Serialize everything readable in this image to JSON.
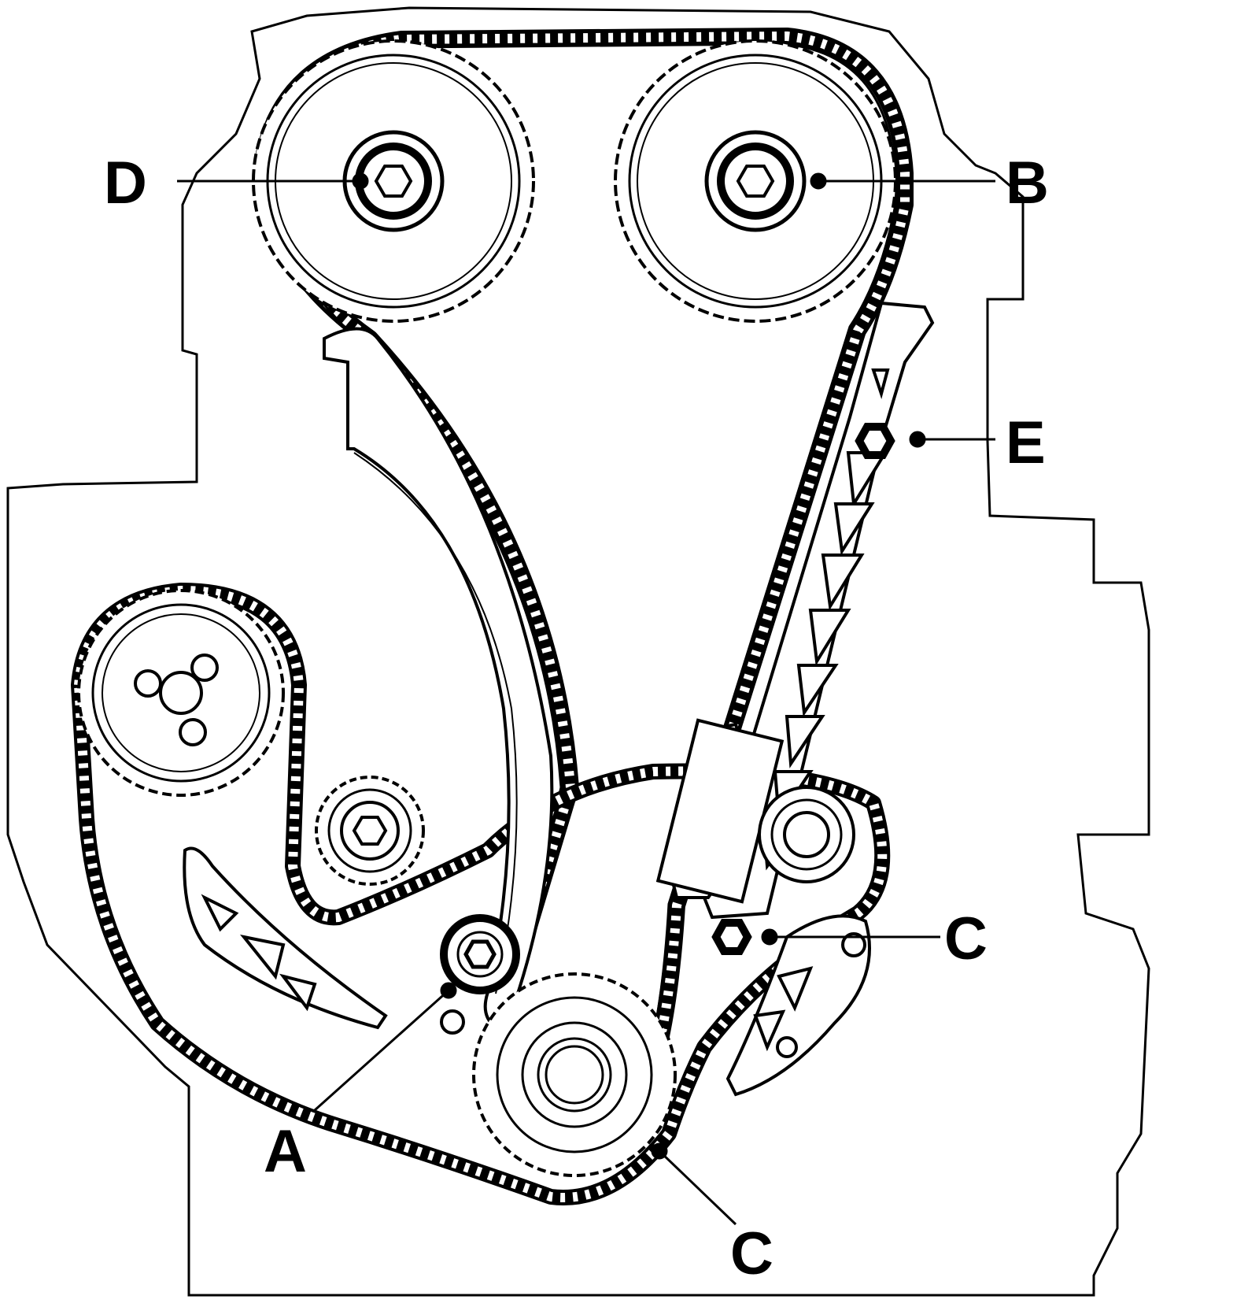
{
  "diagram": {
    "colors": {
      "ink": "#000000",
      "paper": "#ffffff"
    },
    "callouts": [
      {
        "id": "D",
        "text": "D"
      },
      {
        "id": "B",
        "text": "B"
      },
      {
        "id": "E",
        "text": "E"
      },
      {
        "id": "C_upper",
        "text": "C"
      },
      {
        "id": "A",
        "text": "A"
      },
      {
        "id": "C_lower",
        "text": "C"
      }
    ]
  }
}
